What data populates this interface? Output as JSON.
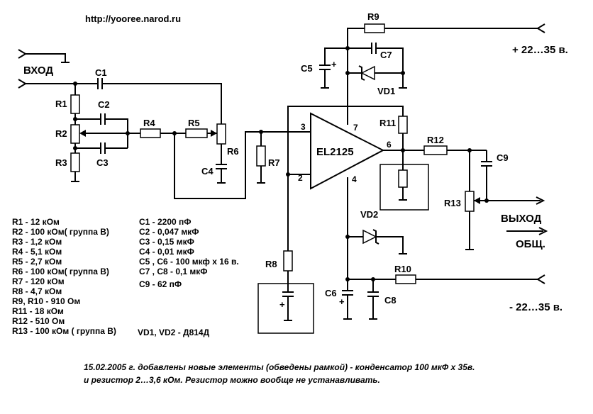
{
  "url": "http://yooree.narod.ru",
  "input_label": "ВХОД",
  "output_label": "ВЫХОД",
  "common_label": "ОБЩ.",
  "pos_supply": "+ 22…35 в.",
  "neg_supply": "- 22…35 в.",
  "ic_name": "EL2125",
  "pins": {
    "p2": "2",
    "p3": "3",
    "p4": "4",
    "p6": "6",
    "p7": "7"
  },
  "plus_sign": "+",
  "designators": {
    "R1": "R1",
    "R2": "R2",
    "R3": "R3",
    "R4": "R4",
    "R5": "R5",
    "R6": "R6",
    "R7": "R7",
    "R8": "R8",
    "R9": "R9",
    "R10": "R10",
    "R11": "R11",
    "R12": "R12",
    "R13": "R13",
    "C1": "C1",
    "C2": "C2",
    "C3": "C3",
    "C4": "C4",
    "C5": "C5",
    "C6": "C6",
    "C7": "C7",
    "C8": "C8",
    "C9": "C9",
    "VD1": "VD1",
    "VD2": "VD2"
  },
  "parts_resistors": [
    "R1 - 12 кОм",
    "R2 -  100 кОм( группа В)",
    "R3 -  1,2 кОм",
    "R4 -  5,1 кОм",
    "R5 -  2,7 кОм",
    "R6 - 100 кОм( группа В)",
    "R7 - 120 кОм",
    "R8 - 4,7 кОм",
    "R9, R10  - 910 Ом",
    "R11 - 18 кОм",
    "R12 - 510 Ом",
    "R13 - 100 кОм ( группа В)"
  ],
  "parts_caps": [
    "C1 - 2200 пФ",
    "C2 - 0,047 мкФ",
    "C3 - 0,15 мкФ",
    "C4 - 0,01 мкФ",
    "C5 , C6 -  100 мкф х 16 в.",
    "C7 , C8 - 0,1 мкФ",
    "C9  -   62 пФ"
  ],
  "diodes": "VD1, VD2 - Д814Д",
  "note_line1": "15.02.2005 г. добавлены новые элементы (обведены рамкой) - конденсатор 100 мкФ х 35в.",
  "note_line2": "и резистор 2…3,6 кОм. Резистор можно вообще не  устанавливать."
}
